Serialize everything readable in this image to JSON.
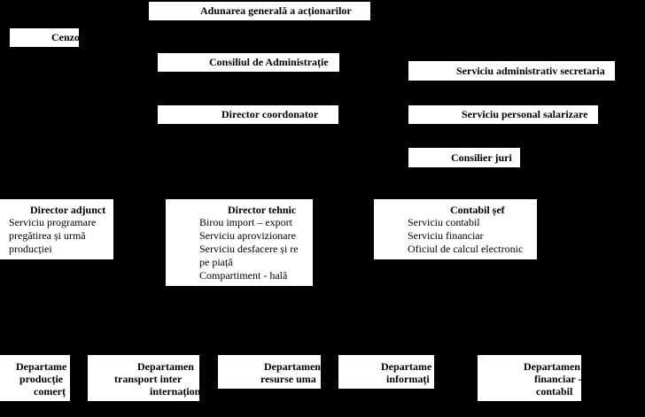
{
  "top": {
    "agm": "Adunarea generală a acționarilor",
    "cenzori": "Cenzo",
    "board": "Consiliul de Administrație",
    "director_coord": "Director coordonator"
  },
  "right": {
    "svc_admin": "Serviciu administrativ secretaria",
    "svc_personal": "Serviciu personal salarizare",
    "legal": "Consilier juri"
  },
  "mid": {
    "adjunct": {
      "title": "Director adjunct",
      "lines": [
        "Serviciu   programare",
        "pregătirea   și   urmă",
        "producției"
      ]
    },
    "tehnic": {
      "title": "Director tehnic",
      "lines": [
        "Birou import – export",
        "Serviciu aprovizionare",
        "Serviciu desfacere și   re",
        "pe piață",
        "Compartiment - hală"
      ]
    },
    "contabil": {
      "title": "Contabil șef",
      "lines": [
        "Serviciu contabil",
        "Serviciu financiar",
        "Oficiul de calcul electronic"
      ]
    }
  },
  "departments": [
    {
      "lines": [
        "Departame",
        "producție",
        "comerț"
      ]
    },
    {
      "lines": [
        "Departamen",
        "transport inter",
        "internaționa"
      ]
    },
    {
      "lines": [
        "Departamen",
        "resurse uma"
      ]
    },
    {
      "lines": [
        "Departame",
        "informați"
      ]
    },
    {
      "lines": [
        "Departamen",
        "financiar -",
        "contabil"
      ]
    }
  ]
}
